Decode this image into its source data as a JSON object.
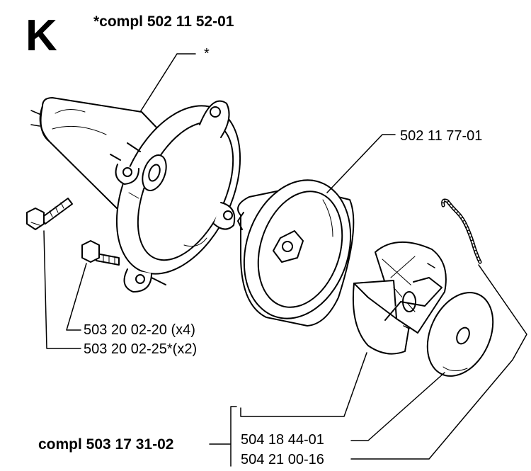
{
  "diagram": {
    "section_letter": "K",
    "assembly_top": "*compl 502 11 52-01",
    "assembly_marker": "*",
    "labels": {
      "clutch_drum": "502 11 77-01",
      "bolt_a": "503 20 02-20 (x4)",
      "bolt_b": "503 20 02-25*(x2)",
      "assembly_bottom": "compl 503 17 31-02",
      "clutch_shoes": "504 18 44-01",
      "spring": "504 21 00-16"
    },
    "colors": {
      "ink": "#000000",
      "paper": "#ffffff"
    }
  }
}
